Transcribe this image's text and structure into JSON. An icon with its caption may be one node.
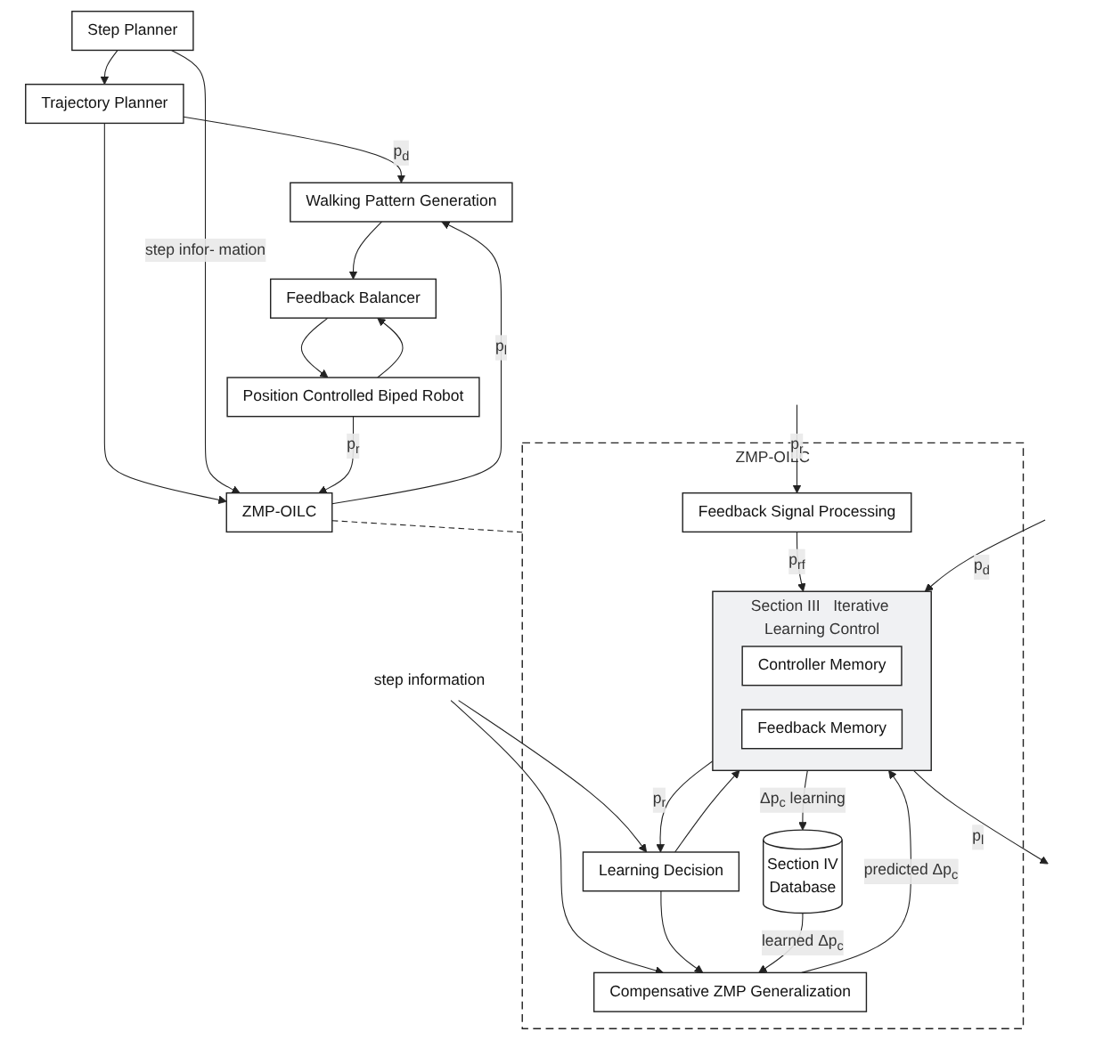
{
  "diagram": {
    "nodes": [
      {
        "text": [
          "Trajectory Planner"
        ]
      },
      {
        "text": [
          "Walking Pattern Generation"
        ]
      },
      {
        "text": [
          "Feedback Balancer"
        ]
      },
      {
        "text": [
          "Position Controlled Biped Robot"
        ]
      },
      {
        "text": [
          "Step Planner"
        ]
      },
      {
        "text": [
          "ZMP-OILC"
        ]
      },
      {
        "text": [
          "step information"
        ]
      },
      {
        "text": [
          "ZMP-OILC"
        ]
      },
      {
        "text": [
          "Learning Decision"
        ],
        "in": 7
      },
      {
        "text": [
          "Section III",
          "Iterative Learning Control"
        ],
        "in": 7
      },
      {
        "text": [
          "Controller Memory"
        ],
        "in": 9
      },
      {
        "text": [
          "Feedback Memory"
        ],
        "in": 9
      },
      {
        "text": [
          "Compensative ZMP Generalization"
        ],
        "in": 7
      },
      {
        "text": [
          "Section IV",
          "Database"
        ],
        "in": 7
      },
      {
        "text": [
          "Feedback Signal Processing"
        ],
        "in": 7
      }
    ],
    "edges": [
      {
        "from": 4,
        "to": 0,
        "arrow": "to"
      },
      {
        "from": 0,
        "to": 1,
        "label": "p$_{d}$",
        "arrow": "to"
      },
      {
        "from": 5,
        "to": 1,
        "label": "p$_{l}$",
        "arrow": "to"
      },
      {
        "from": 0,
        "to": 5,
        "arrow": "to"
      },
      {
        "from": 4,
        "to": 5,
        "label": "step infor- mation",
        "arrow": "to"
      },
      {
        "from": 1,
        "to": 2,
        "arrow": "to"
      },
      {
        "from": 2,
        "to": 3,
        "arrow": "to"
      },
      {
        "from": 3,
        "to": 5,
        "label": "p$_{r}$",
        "arrow": "to"
      },
      {
        "from": 3,
        "to": 2,
        "arrow": "to"
      },
      {
        "from": 5,
        "to": 7,
        "arrow": "none",
        "style": "dashed"
      },
      {
        "from": 6,
        "to": 8,
        "arrow": "to"
      },
      {
        "from": 6,
        "to": 12,
        "arrow": "to"
      },
      {
        "from": 9,
        "to": 8,
        "label": "p$_{r}$",
        "arrow": "to"
      },
      {
        "from": 8,
        "to": 12,
        "arrow": "to"
      },
      {
        "from": 8,
        "to": 9,
        "arrow": "to"
      },
      {
        "from": 12,
        "to": 9,
        "label": "predicted Δp$_{c}$",
        "arrow": "to"
      },
      {
        "from": 13,
        "to": 12,
        "label": "learned Δp$_{c}$",
        "arrow": "to"
      },
      {
        "from": 9,
        "to": 13,
        "label": "Δp$_{c}$ learning",
        "arrow": "to"
      },
      {
        "from": 14,
        "to": 9,
        "label": "p$_{rf}$",
        "arrow": "to"
      },
      {
        "from": null,
        "to": 9,
        "label": "p$_{d}$",
        "arrow": "to"
      },
      {
        "from": 9,
        "to": null,
        "label": "p$_{l}$",
        "arrow": "to"
      },
      {
        "from": null,
        "to": 14,
        "label": "p$_{r}$",
        "arrow": "to"
      }
    ]
  }
}
